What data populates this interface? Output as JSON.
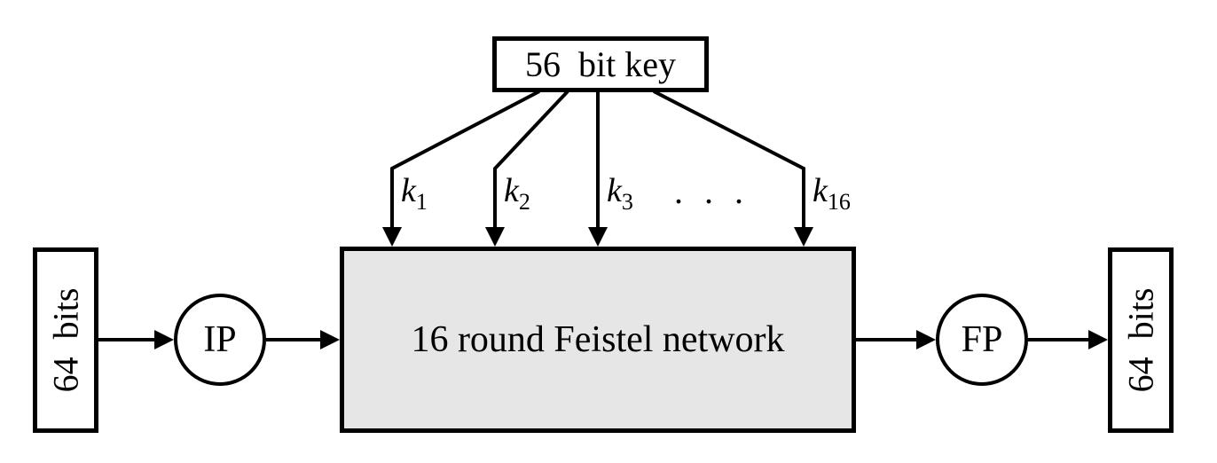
{
  "colors": {
    "stroke": "#000000",
    "text": "#000000",
    "feistel_fill": "#e6e6e6",
    "background": "#ffffff"
  },
  "key_box": {
    "label": "56  bit key"
  },
  "round_keys": {
    "items": [
      {
        "base": "k",
        "sub": "1"
      },
      {
        "base": "k",
        "sub": "2"
      },
      {
        "base": "k",
        "sub": "3"
      },
      {
        "base": "k",
        "sub": "16"
      }
    ],
    "ellipsis": ". . ."
  },
  "feistel_box": {
    "label": "16 round Feistel network"
  },
  "input_box": {
    "label": "64  bits"
  },
  "output_box": {
    "label": "64  bits"
  },
  "ip_node": {
    "label": "IP"
  },
  "fp_node": {
    "label": "FP"
  }
}
